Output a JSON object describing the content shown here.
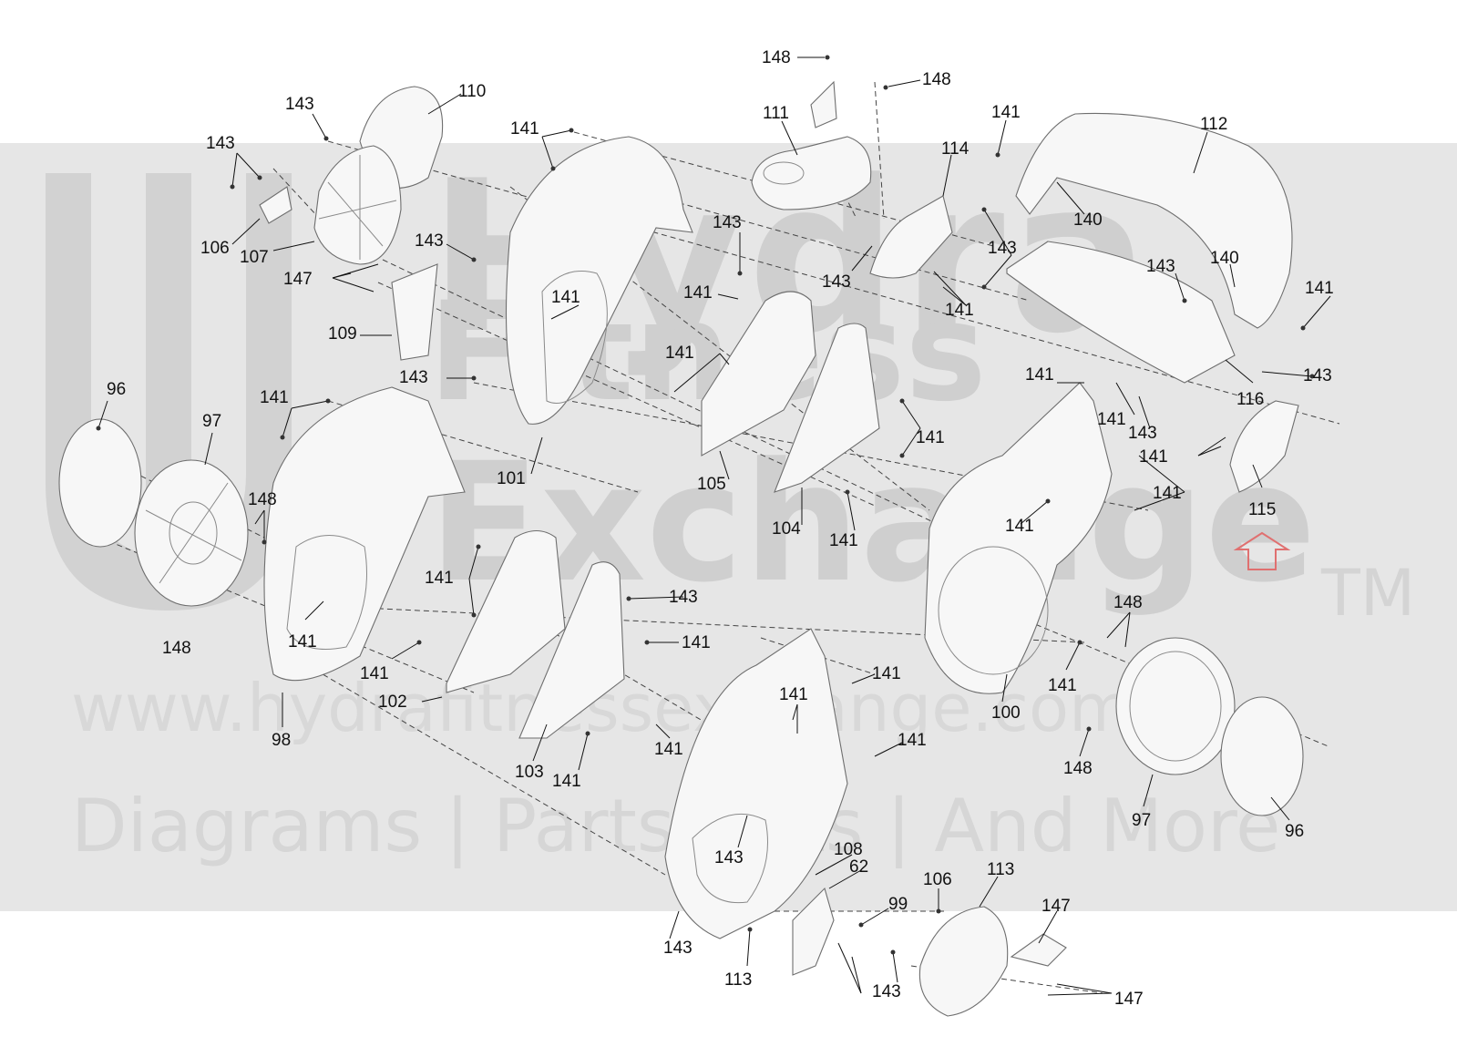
{
  "watermark": {
    "line1": "Hydra",
    "line2": "Fitness",
    "line3": "Exchange",
    "tm": "TM",
    "url": "www.hydrafitnessexchange.com",
    "tagline": "Diagrams | Parts Lists | And More"
  },
  "callouts": [
    {
      "id": "c1",
      "text": "148"
    },
    {
      "id": "c2",
      "text": "148"
    },
    {
      "id": "c3",
      "text": "110"
    },
    {
      "id": "c4",
      "text": "111"
    },
    {
      "id": "c5",
      "text": "143"
    },
    {
      "id": "c6",
      "text": "143"
    },
    {
      "id": "c7",
      "text": "141"
    },
    {
      "id": "c8",
      "text": "141"
    },
    {
      "id": "c9",
      "text": "112"
    },
    {
      "id": "c10",
      "text": "114"
    },
    {
      "id": "c11",
      "text": "140"
    },
    {
      "id": "c12",
      "text": "106"
    },
    {
      "id": "c13",
      "text": "107"
    },
    {
      "id": "c14",
      "text": "143"
    },
    {
      "id": "c15",
      "text": "143"
    },
    {
      "id": "c16",
      "text": "143"
    },
    {
      "id": "c17",
      "text": "143"
    },
    {
      "id": "c18",
      "text": "140"
    },
    {
      "id": "c19",
      "text": "147"
    },
    {
      "id": "c20",
      "text": "141"
    },
    {
      "id": "c21",
      "text": "141"
    },
    {
      "id": "c22",
      "text": "143"
    },
    {
      "id": "c23",
      "text": "141"
    },
    {
      "id": "c24",
      "text": "109"
    },
    {
      "id": "c25",
      "text": "141"
    },
    {
      "id": "c26",
      "text": "141"
    },
    {
      "id": "c27",
      "text": "143"
    },
    {
      "id": "c28",
      "text": "143"
    },
    {
      "id": "c29",
      "text": "141"
    },
    {
      "id": "c30",
      "text": "96"
    },
    {
      "id": "c31",
      "text": "116"
    },
    {
      "id": "c32",
      "text": "141"
    },
    {
      "id": "c33",
      "text": "143"
    },
    {
      "id": "c34",
      "text": "97"
    },
    {
      "id": "c35",
      "text": "141"
    },
    {
      "id": "c36",
      "text": "141"
    },
    {
      "id": "c37",
      "text": "148"
    },
    {
      "id": "c38",
      "text": "101"
    },
    {
      "id": "c39",
      "text": "105"
    },
    {
      "id": "c40",
      "text": "141"
    },
    {
      "id": "c41",
      "text": "115"
    },
    {
      "id": "c42",
      "text": "141"
    },
    {
      "id": "c43",
      "text": "104"
    },
    {
      "id": "c44",
      "text": "141"
    },
    {
      "id": "c45",
      "text": "141"
    },
    {
      "id": "c46",
      "text": "143"
    },
    {
      "id": "c47",
      "text": "148"
    },
    {
      "id": "c48",
      "text": "148"
    },
    {
      "id": "c49",
      "text": "141"
    },
    {
      "id": "c50",
      "text": "141"
    },
    {
      "id": "c51",
      "text": "141"
    },
    {
      "id": "c52",
      "text": "141"
    },
    {
      "id": "c53",
      "text": "141"
    },
    {
      "id": "c54",
      "text": "102"
    },
    {
      "id": "c55",
      "text": "100"
    },
    {
      "id": "c56",
      "text": "141"
    },
    {
      "id": "c57",
      "text": "98"
    },
    {
      "id": "c58",
      "text": "141"
    },
    {
      "id": "c59",
      "text": "141"
    },
    {
      "id": "c60",
      "text": "103"
    },
    {
      "id": "c61",
      "text": "141"
    },
    {
      "id": "c62",
      "text": "148"
    },
    {
      "id": "c63",
      "text": "97"
    },
    {
      "id": "c64",
      "text": "96"
    },
    {
      "id": "c65",
      "text": "143"
    },
    {
      "id": "c66",
      "text": "141"
    },
    {
      "id": "c67",
      "text": "108"
    },
    {
      "id": "c68",
      "text": "62"
    },
    {
      "id": "c69",
      "text": "113"
    },
    {
      "id": "c70",
      "text": "106"
    },
    {
      "id": "c71",
      "text": "147"
    },
    {
      "id": "c72",
      "text": "99"
    },
    {
      "id": "c73",
      "text": "143"
    },
    {
      "id": "c74",
      "text": "113"
    },
    {
      "id": "c75",
      "text": "143"
    },
    {
      "id": "c76",
      "text": "147"
    }
  ]
}
